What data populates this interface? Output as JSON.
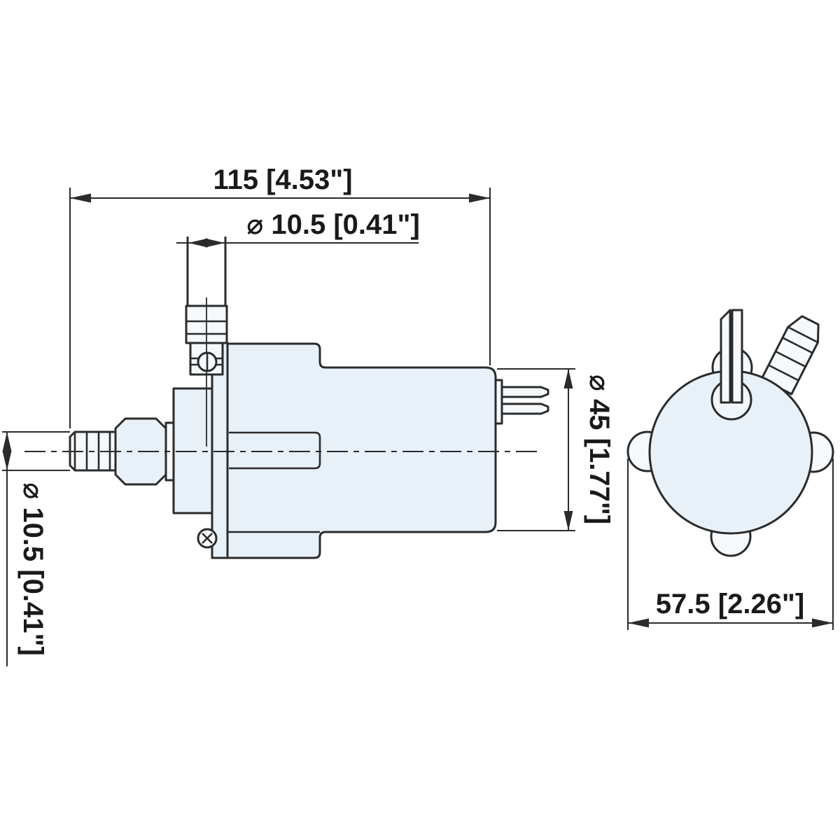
{
  "drawing": {
    "type": "engineering-dimension-drawing",
    "subject": "inline pump with motor, hose barb ports",
    "views": {
      "side_view": "left profile view with inlet barb, outlet barb, mounting flange, motor body and terminal wires",
      "end_view": "right circular end view with mounting lobes, angled barb and terminal wires"
    }
  },
  "colors": {
    "background": "#ffffff",
    "body_fill": "#e8f0f8",
    "light_fill": "#f5f9fc",
    "port_fill": "#f1f6fb",
    "line": "#2b2b2b",
    "text_color": "#1a1a1a"
  },
  "dimensions": {
    "overall_length": {
      "label": "115 [4.53\"]",
      "mm": "115",
      "inches": "4.53\""
    },
    "outlet_port_diameter": {
      "label": "⌀ 10.5 [0.41\"]",
      "mm": "10.5",
      "inches": "0.41\""
    },
    "inlet_port_diameter": {
      "label": "⌀ 10.5 [0.41\"]",
      "mm": "10.5",
      "inches": "0.41\""
    },
    "motor_body_diameter": {
      "label": "⌀ 45 [1.77\"]",
      "mm": "45",
      "inches": "1.77\""
    },
    "overall_width": {
      "label": "57.5 [2.26\"]",
      "mm": "57.5",
      "inches": "2.26\""
    }
  }
}
